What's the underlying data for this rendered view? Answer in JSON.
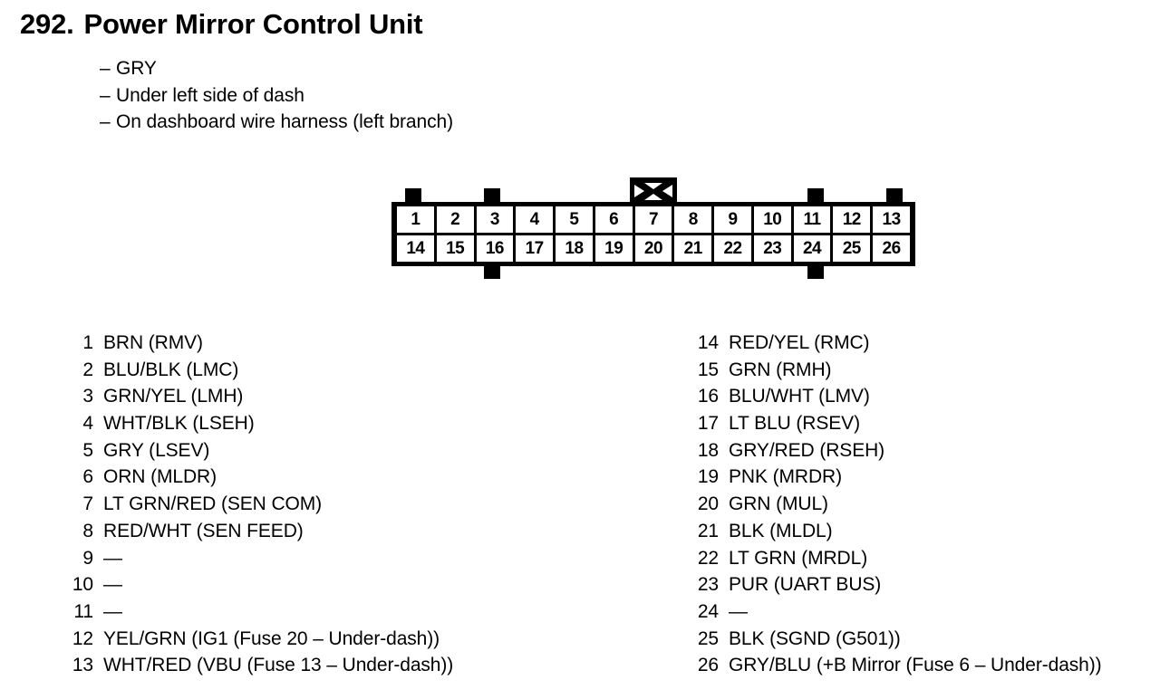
{
  "header": {
    "number": "292.",
    "title": "Power Mirror Control Unit",
    "details": [
      {
        "dash": "–",
        "text": "GRY"
      },
      {
        "dash": "–",
        "text": "Under left side of dash"
      },
      {
        "dash": "–",
        "text": "On dashboard wire harness (left branch)"
      }
    ]
  },
  "connector": {
    "name": "26-pin connector",
    "latch_icon": "bowtie-latch-icon",
    "top_row": [
      "1",
      "2",
      "3",
      "4",
      "5",
      "6",
      "7",
      "8",
      "9",
      "10",
      "11",
      "12",
      "13"
    ],
    "bottom_row": [
      "14",
      "15",
      "16",
      "17",
      "18",
      "19",
      "20",
      "21",
      "22",
      "23",
      "24",
      "25",
      "26"
    ]
  },
  "pins_left": [
    {
      "num": "1",
      "desc": "BRN (RMV)"
    },
    {
      "num": "2",
      "desc": "BLU/BLK (LMC)"
    },
    {
      "num": "3",
      "desc": "GRN/YEL (LMH)"
    },
    {
      "num": "4",
      "desc": "WHT/BLK (LSEH)"
    },
    {
      "num": "5",
      "desc": "GRY (LSEV)"
    },
    {
      "num": "6",
      "desc": "ORN (MLDR)"
    },
    {
      "num": "7",
      "desc": "LT GRN/RED (SEN COM)"
    },
    {
      "num": "8",
      "desc": "RED/WHT (SEN FEED)"
    },
    {
      "num": "9",
      "desc": "—"
    },
    {
      "num": "10",
      "desc": "—"
    },
    {
      "num": "11",
      "desc": "—"
    },
    {
      "num": "12",
      "desc": "YEL/GRN (IG1 (Fuse 20 – Under-dash))"
    },
    {
      "num": "13",
      "desc": "WHT/RED  (VBU (Fuse 13 – Under-dash))"
    }
  ],
  "pins_right": [
    {
      "num": "14",
      "desc": "RED/YEL (RMC)"
    },
    {
      "num": "15",
      "desc": "GRN (RMH)"
    },
    {
      "num": "16",
      "desc": "BLU/WHT (LMV)"
    },
    {
      "num": "17",
      "desc": "LT BLU (RSEV)"
    },
    {
      "num": "18",
      "desc": "GRY/RED (RSEH)"
    },
    {
      "num": "19",
      "desc": "PNK (MRDR)"
    },
    {
      "num": "20",
      "desc": "GRN (MUL)"
    },
    {
      "num": "21",
      "desc": "BLK (MLDL)"
    },
    {
      "num": "22",
      "desc": "LT GRN (MRDL)"
    },
    {
      "num": "23",
      "desc": "PUR (UART BUS)"
    },
    {
      "num": "24",
      "desc": "—"
    },
    {
      "num": "25",
      "desc": "BLK (SGND (G501))"
    },
    {
      "num": "26",
      "desc": "GRY/BLU  (+B Mirror (Fuse 6 – Under-dash))"
    }
  ],
  "colors": {
    "ink": "#000000",
    "paper": "#ffffff"
  }
}
